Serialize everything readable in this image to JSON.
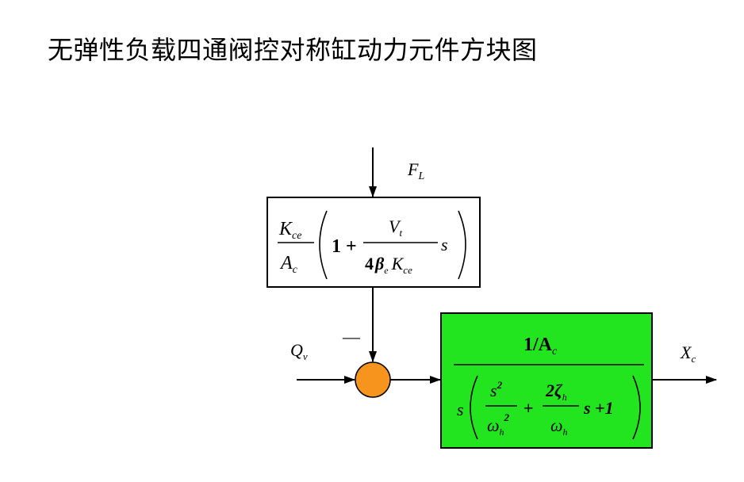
{
  "title": "无弹性负载四通阀控对称缸动力元件方块图",
  "colors": {
    "line": "#000000",
    "summing_junction": "#f7941d",
    "dynamics_block": "#22e51f",
    "load_block": "#ffffff"
  },
  "signals": {
    "load_force": "F",
    "load_force_sub": "L",
    "flow": "Q",
    "flow_sub": "v",
    "output": "X",
    "output_sub": "c",
    "minus_sign": "—"
  },
  "load_block": {
    "frac_num": "K",
    "frac_num_sub": "ce",
    "frac_den": "A",
    "frac_den_sub": "c",
    "one_plus": "1 +",
    "inner_num": "V",
    "inner_num_sub": "t",
    "inner_den_coef": "4",
    "inner_den_beta": "β",
    "inner_den_beta_sub": "e",
    "inner_den_k": "K",
    "inner_den_k_sub": "ce",
    "s": "s"
  },
  "dynamics_block": {
    "num": "1/A",
    "num_sub": "c",
    "s": "s",
    "s2": "s",
    "s2_exp": "2",
    "omega": "ω",
    "omega_sub": "h",
    "omega_exp": "2",
    "plus": "+",
    "two_zeta": "2ζ",
    "zeta_sub": "h",
    "omega2": "ω",
    "omega2_sub": "h",
    "s_plus_one": "s +1"
  }
}
